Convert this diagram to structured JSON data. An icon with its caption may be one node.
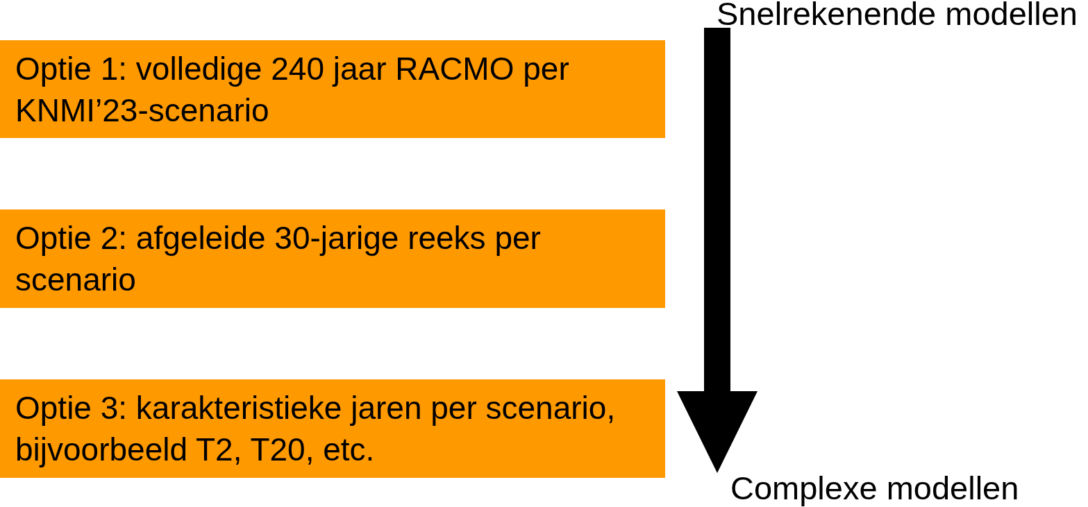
{
  "diagram": {
    "nodes": [
      {
        "text": [
          "Snelrekenende modellen"
        ]
      },
      {
        "text": [
          "Optie 1: volledige 240 jaar RACMO per KNMI’23-scenario"
        ]
      },
      {
        "text": [
          "Optie 2: afgeleide 30-jarige reeks per scenario"
        ]
      },
      {
        "text": [
          "Optie 3: karakteristieke jaren per scenario, bijvoorbeeld T2, T20, etc."
        ]
      },
      {
        "text": [
          "Complexe modellen"
        ]
      }
    ],
    "edges": [
      {
        "from": 0,
        "to": 4,
        "arrow": "to"
      }
    ]
  }
}
